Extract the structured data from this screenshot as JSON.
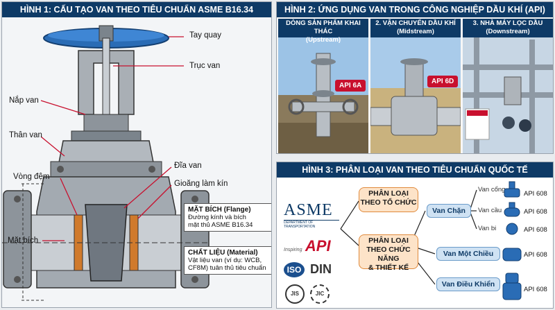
{
  "fig1": {
    "title": "HÌNH 1: CẤU TẠO VAN THEO TIÊU CHUẨN ASME B16.34",
    "labels": {
      "handwheel": "Tay quay",
      "stem": "Trục van",
      "bonnet": "Nắp van",
      "body": "Thân van",
      "disc": "Đĩa van",
      "gasket": "Vòng đệm",
      "seal": "Gioăng làm kín",
      "flange": "Mặt bích"
    },
    "flange_box": {
      "title": "MẶT BÍCH (Flange)",
      "line1": "Đường kính và bích",
      "line2": "mặt thủ ASME B16.34"
    },
    "material_box": {
      "title": "CHẤT LIỆU (Material)",
      "line1": "Vật liệu van (ví dụ: WCB,",
      "line2": "CF8M) tuân thủ tiêu chuẩn"
    }
  },
  "fig2": {
    "title": "HÌNH 2: ỨNG DỤNG VAN TRONG CÔNG NGHIỆP DẦU KHÍ (API)",
    "panels": [
      {
        "line1": "DÒNG SẢN PHẨM KHAI THÁC",
        "line2": "(Upstream)",
        "tag": "API 6A"
      },
      {
        "line1": "2. VẬN CHUYỂN DẦU KHÍ",
        "line2": "(Midstream)",
        "tag": "API 6D"
      },
      {
        "line1": "3. NHÀ MÁY LỌC DẦU",
        "line2": "(Downstream)",
        "tag": ""
      }
    ]
  },
  "fig3": {
    "title": "HÌNH 3: PHÂN LOẠI VAN THEO TIÊU CHUẨN QUỐC TẾ",
    "logos": {
      "asme": "ASME",
      "asme_sub": "DEPARTMENT OF TRANSPORTATION",
      "api": "API",
      "api_pre": "Inspiring",
      "iso": "ISO",
      "din": "DIN",
      "jis": "JIS",
      "jic": "JIC"
    },
    "cat_org": {
      "line1": "PHÂN LOẠI",
      "line2": "THEO TỔ CHỨC"
    },
    "cat_func": {
      "line1": "PHÂN LOẠI",
      "line2": "THEO CHỨC NĂNG",
      "line3": "& THIẾT KẾ"
    },
    "sub_check_gate": "Van Chặn",
    "sub_oneway": "Van Một Chiều",
    "sub_control": "Van Điều Khiển",
    "leaves": [
      "Van cổng",
      "Van cầu",
      "Van bi"
    ],
    "api_codes": [
      "API 608",
      "API 608",
      "API 608",
      "API 608",
      "API 608"
    ]
  },
  "colors": {
    "navy": "#0e3a66",
    "valve_blue": "#2a6cb5",
    "steel": "#9aa1a8",
    "accent_red": "#c8102e",
    "orange": "#e08a3c"
  }
}
